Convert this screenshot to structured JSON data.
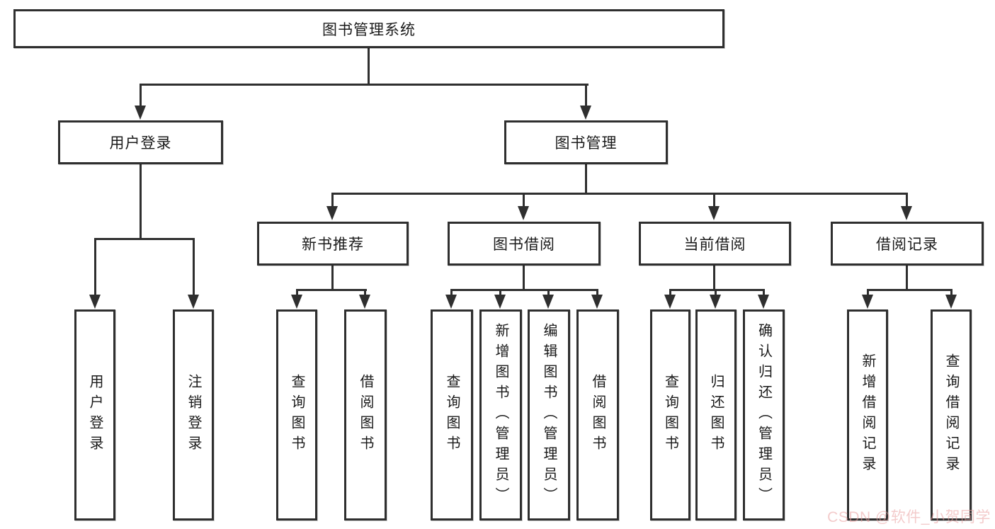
{
  "diagram": {
    "type": "tree",
    "title": "图书管理系统",
    "watermark": "CSDN @软件_小贺同学",
    "colors": {
      "background": "#ffffff",
      "line": "#2f2f2f",
      "box_border": "#2f2f2f",
      "text": "#1a1a1a",
      "watermark": "#eec6c6"
    },
    "nodes": {
      "root": {
        "label": "图书管理系统"
      },
      "user_login": {
        "label": "用户登录"
      },
      "book_mgmt": {
        "label": "图书管理"
      },
      "new_book_rec": {
        "label": "新书推荐"
      },
      "book_borrow": {
        "label": "图书借阅"
      },
      "current_borrow": {
        "label": "当前借阅"
      },
      "borrow_records": {
        "label": "借阅记录"
      },
      "leaf_user_login": {
        "label": "用户登录"
      },
      "leaf_logout": {
        "label": "注销登录"
      },
      "leaf_rec_query_book": {
        "label": "查询图书"
      },
      "leaf_rec_borrow_book": {
        "label": "借阅图书"
      },
      "leaf_bb_query_book": {
        "label": "查询图书"
      },
      "leaf_bb_add_book": {
        "label": "新增图书（管理员）"
      },
      "leaf_bb_edit_book": {
        "label": "编辑图书（管理员）"
      },
      "leaf_bb_borrow_book": {
        "label": "借阅图书"
      },
      "leaf_cb_query_book": {
        "label": "查询图书"
      },
      "leaf_cb_return_book": {
        "label": "归还图书"
      },
      "leaf_cb_confirm_return": {
        "label": "确认归还（管理员）"
      },
      "leaf_br_add_record": {
        "label": "新增借阅记录"
      },
      "leaf_br_query_record": {
        "label": "查询借阅记录"
      }
    },
    "hierarchy": {
      "label": "图书管理系统",
      "children": [
        {
          "label": "用户登录",
          "children": [
            {
              "label": "用户登录"
            },
            {
              "label": "注销登录"
            }
          ]
        },
        {
          "label": "图书管理",
          "children": [
            {
              "label": "新书推荐",
              "children": [
                {
                  "label": "查询图书"
                },
                {
                  "label": "借阅图书"
                }
              ]
            },
            {
              "label": "图书借阅",
              "children": [
                {
                  "label": "查询图书"
                },
                {
                  "label": "新增图书（管理员）"
                },
                {
                  "label": "编辑图书（管理员）"
                },
                {
                  "label": "借阅图书"
                }
              ]
            },
            {
              "label": "当前借阅",
              "children": [
                {
                  "label": "查询图书"
                },
                {
                  "label": "归还图书"
                },
                {
                  "label": "确认归还（管理员）"
                }
              ]
            },
            {
              "label": "借阅记录",
              "children": [
                {
                  "label": "新增借阅记录"
                },
                {
                  "label": "查询借阅记录"
                }
              ]
            }
          ]
        }
      ]
    }
  }
}
